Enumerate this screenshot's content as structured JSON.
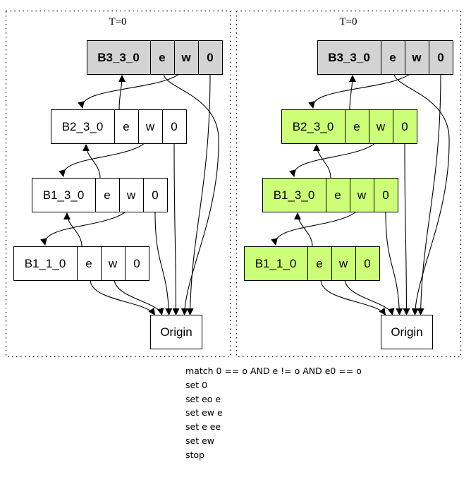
{
  "panels": [
    {
      "title": "T=0",
      "nodes": [
        {
          "id": "B3_3_0",
          "label": "B3_3_0",
          "bold": true,
          "fill": "#d3d3d3",
          "cells": [
            "e",
            "w",
            "0"
          ]
        },
        {
          "id": "B2_3_0",
          "label": "B2_3_0",
          "bold": false,
          "fill": "#ffffff",
          "cells": [
            "e",
            "w",
            "0"
          ]
        },
        {
          "id": "B1_3_0",
          "label": "B1_3_0",
          "bold": false,
          "fill": "#ffffff",
          "cells": [
            "e",
            "w",
            "0"
          ]
        },
        {
          "id": "B1_1_0",
          "label": "B1_1_0",
          "bold": false,
          "fill": "#ffffff",
          "cells": [
            "e",
            "w",
            "0"
          ]
        }
      ],
      "origin": "Origin"
    },
    {
      "title": "T=0",
      "nodes": [
        {
          "id": "B3_3_0",
          "label": "B3_3_0",
          "bold": true,
          "fill": "#d3d3d3",
          "cells": [
            "e",
            "w",
            "0"
          ]
        },
        {
          "id": "B2_3_0",
          "label": "B2_3_0",
          "bold": false,
          "fill": "#ccff77",
          "cells": [
            "e",
            "w",
            "0"
          ]
        },
        {
          "id": "B1_3_0",
          "label": "B1_3_0",
          "bold": false,
          "fill": "#ccff77",
          "cells": [
            "e",
            "w",
            "0"
          ]
        },
        {
          "id": "B1_1_0",
          "label": "B1_1_0",
          "bold": false,
          "fill": "#ccff77",
          "cells": [
            "e",
            "w",
            "0"
          ]
        }
      ],
      "origin": "Origin"
    }
  ],
  "rule": [
    "match 0 == o AND e != o AND e0 == o",
    "set 0",
    "set eo e",
    "set ew e",
    "set e ee",
    "set ew",
    "stop"
  ]
}
